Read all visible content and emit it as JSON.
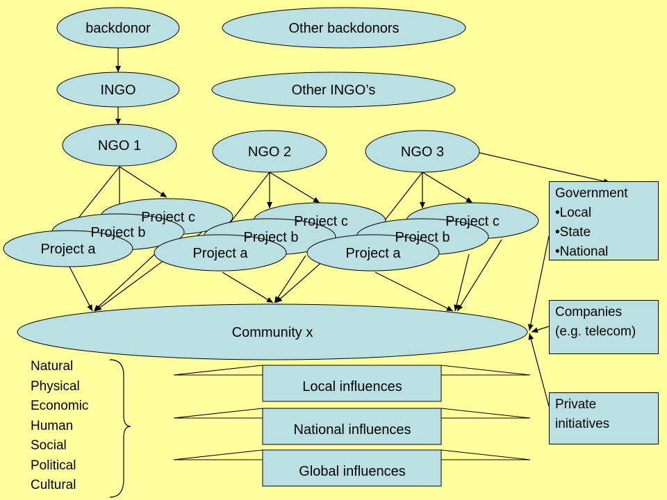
{
  "nodes": {
    "backdonor": "backdonor",
    "other_backdonors": "Other backdonors",
    "ingo": "INGO",
    "other_ingos": "Other INGO’s",
    "ngo1": "NGO 1",
    "ngo2": "NGO 2",
    "ngo3": "NGO 3",
    "project_a": "Project a",
    "project_b": "Project b",
    "project_c": "Project c",
    "community": "Community x"
  },
  "government": {
    "title": "Government",
    "levels": [
      "Local",
      "State",
      "National"
    ]
  },
  "companies": {
    "line1": "Companies",
    "line2": "(e.g. telecom)"
  },
  "private": {
    "line1": "Private",
    "line2": "initiatives"
  },
  "capitals": [
    "Natural",
    "Physical",
    "Economic",
    "Human",
    "Social",
    "Political",
    "Cultural"
  ],
  "influences": {
    "local": "Local influences",
    "national": "National influences",
    "global": "Global influences"
  },
  "colors": {
    "background": "#FFFFA0",
    "node_fill": "#BBE0E3",
    "stroke": "#000000"
  }
}
